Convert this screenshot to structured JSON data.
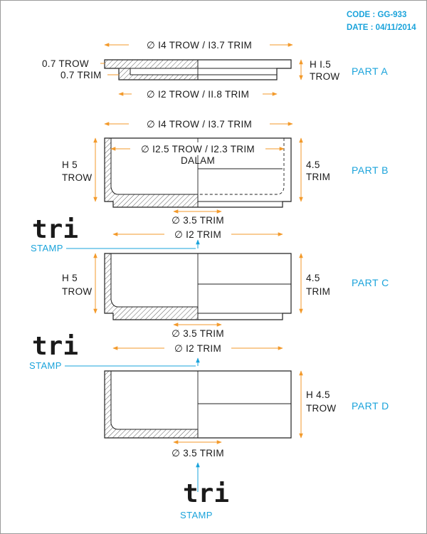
{
  "header": {
    "code": "CODE : GG-933",
    "date": "DATE : 04/11/2014"
  },
  "part_a": {
    "label": "PART A",
    "outer_dia": "∅ I4 TROW / I3.7 TRIM",
    "inner_dia": "∅ I2 TROW / II.8 TRIM",
    "lip_trow": "0.7 TROW",
    "lip_trim": "0.7 TRIM",
    "height_1": "H I.5",
    "height_2": "TROW"
  },
  "part_b": {
    "label": "PART B",
    "outer_dia": "∅ I4 TROW / I3.7 TRIM",
    "inner_dia": "∅ I2.5 TROW / I2.3 TRIM",
    "inner_note": "DALAM",
    "height_l1": "H 5",
    "height_l2": "TROW",
    "height_r1": "4.5",
    "height_r2": "TRIM",
    "foot_dia": "∅ 3.5 TRIM",
    "base_dia": "∅ I2 TRIM"
  },
  "part_c": {
    "label": "PART C",
    "height_l1": "H 5",
    "height_l2": "TROW",
    "height_r1": "4.5",
    "height_r2": "TRIM",
    "foot_dia": "∅ 3.5 TRIM",
    "base_dia": "∅ I2 TRIM"
  },
  "part_d": {
    "label": "PART D",
    "height_r1": "H 4.5",
    "height_r2": "TROW",
    "foot_dia": "∅ 3.5 TRIM"
  },
  "stamps": [
    {
      "logo": "tri",
      "label": "STAMP"
    },
    {
      "logo": "tri",
      "label": "STAMP"
    },
    {
      "logo": "tri",
      "label": "STAMP"
    }
  ],
  "colors": {
    "dimension": "#f39a2b",
    "annotation": "#1aa3db",
    "outline": "#222222"
  }
}
